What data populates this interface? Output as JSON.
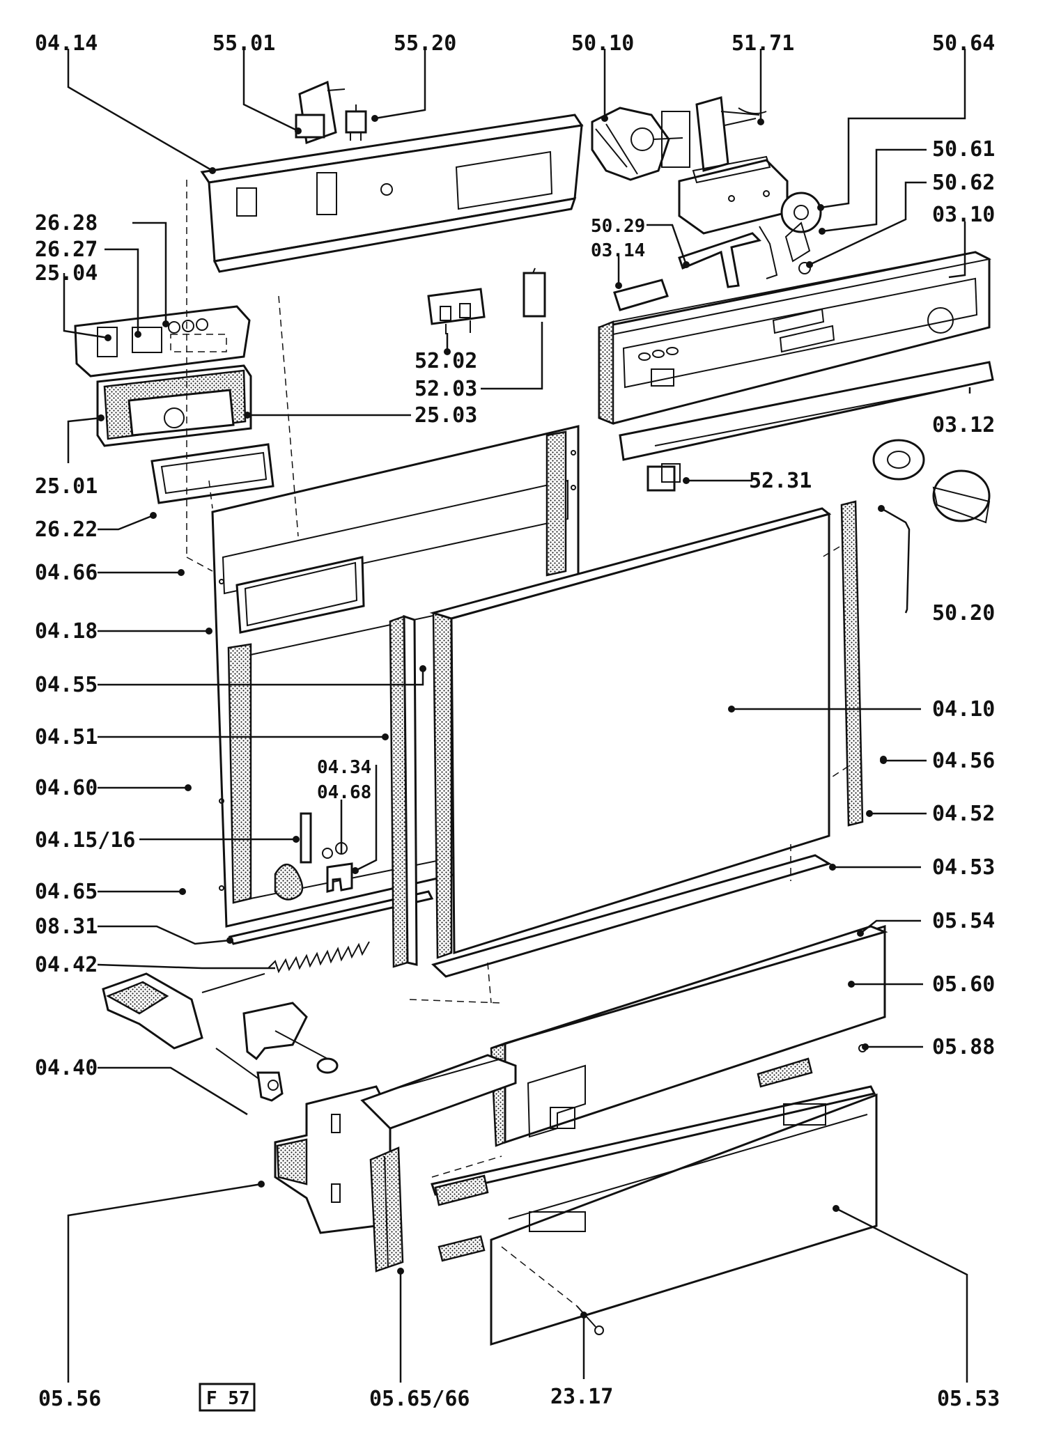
{
  "sheet_code": "F 57",
  "labels": [
    {
      "id": "l0414",
      "text": "04.14"
    },
    {
      "id": "l5501",
      "text": "55.01"
    },
    {
      "id": "l5520",
      "text": "55.20"
    },
    {
      "id": "l5010",
      "text": "50.10"
    },
    {
      "id": "l5171",
      "text": "51.71"
    },
    {
      "id": "l5064",
      "text": "50.64"
    },
    {
      "id": "l5061",
      "text": "50.61"
    },
    {
      "id": "l5062",
      "text": "50.62"
    },
    {
      "id": "l0310",
      "text": "03.10"
    },
    {
      "id": "l2628",
      "text": "26.28"
    },
    {
      "id": "l2627",
      "text": "26.27"
    },
    {
      "id": "l2504",
      "text": "25.04"
    },
    {
      "id": "l5029",
      "text": "50.29"
    },
    {
      "id": "l0314",
      "text": "03.14"
    },
    {
      "id": "l5202",
      "text": "52.02"
    },
    {
      "id": "l5203",
      "text": "52.03"
    },
    {
      "id": "l2503",
      "text": "25.03"
    },
    {
      "id": "l0312",
      "text": "03.12"
    },
    {
      "id": "l2501",
      "text": "25.01"
    },
    {
      "id": "l5231",
      "text": "52.31"
    },
    {
      "id": "l2622",
      "text": "26.22"
    },
    {
      "id": "l0466",
      "text": "04.66"
    },
    {
      "id": "l5020",
      "text": "50.20"
    },
    {
      "id": "l0418",
      "text": "04.18"
    },
    {
      "id": "l0455",
      "text": "04.55"
    },
    {
      "id": "l0410",
      "text": "04.10"
    },
    {
      "id": "l0451",
      "text": "04.51"
    },
    {
      "id": "l0434",
      "text": "04.34"
    },
    {
      "id": "l0456",
      "text": "04.56"
    },
    {
      "id": "l0460",
      "text": "04.60"
    },
    {
      "id": "l0468",
      "text": "04.68"
    },
    {
      "id": "l0452",
      "text": "04.52"
    },
    {
      "id": "l041516",
      "text": "04.15/16"
    },
    {
      "id": "l0465",
      "text": "04.65"
    },
    {
      "id": "l0453",
      "text": "04.53"
    },
    {
      "id": "l0831",
      "text": "08.31"
    },
    {
      "id": "l0554",
      "text": "05.54"
    },
    {
      "id": "l0442",
      "text": "04.42"
    },
    {
      "id": "l0560",
      "text": "05.60"
    },
    {
      "id": "l0588",
      "text": "05.88"
    },
    {
      "id": "l0440",
      "text": "04.40"
    },
    {
      "id": "l0556",
      "text": "05.56"
    },
    {
      "id": "l056566",
      "text": "05.65/66"
    },
    {
      "id": "l2317",
      "text": "23.17"
    },
    {
      "id": "l0553",
      "text": "05.53"
    }
  ]
}
